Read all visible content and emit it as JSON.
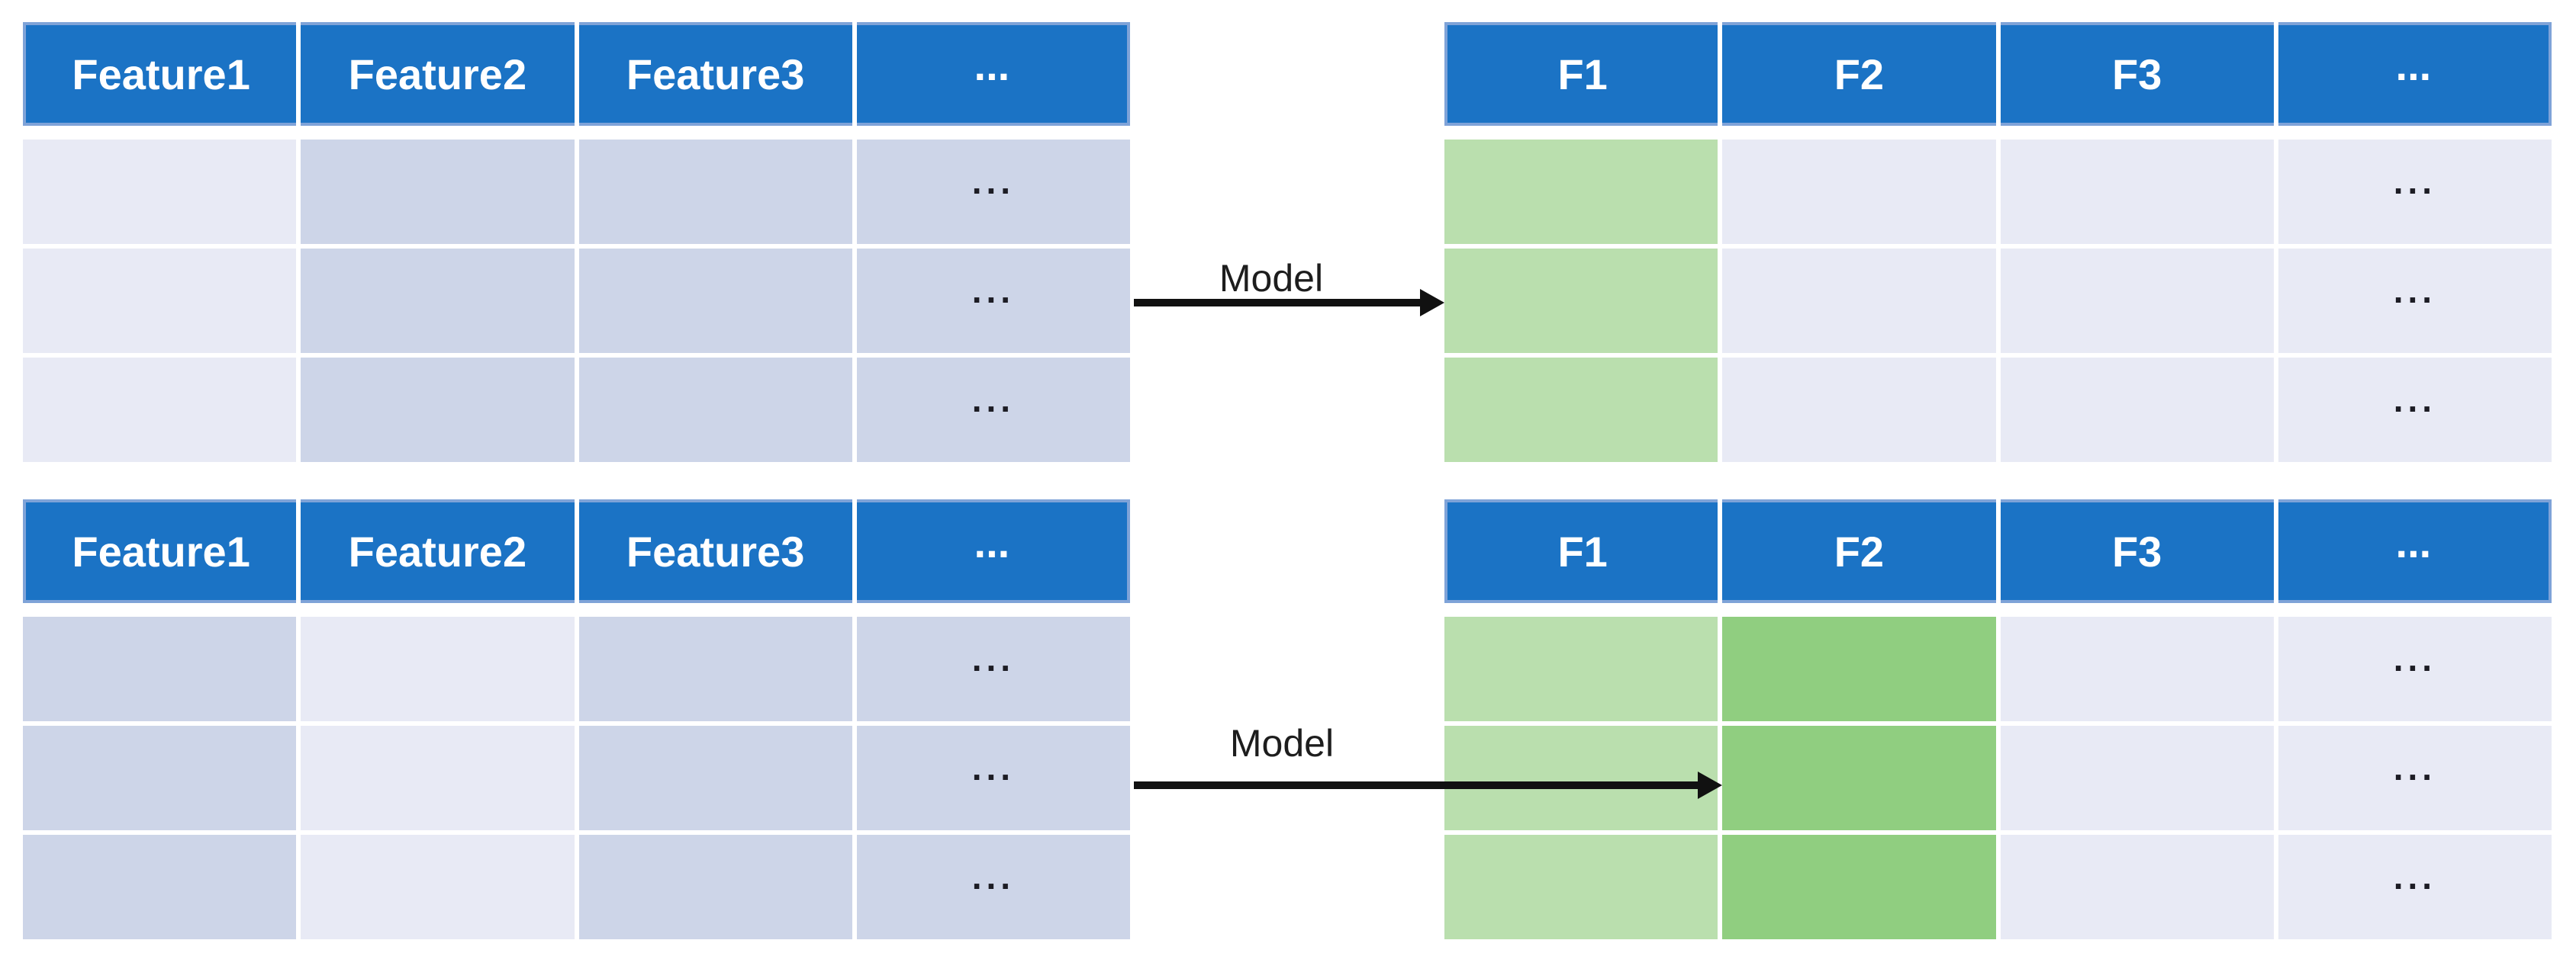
{
  "colors": {
    "header_blue": "#1B73C5",
    "header_border": "#7FA3D8",
    "row_light": "#E8EAF5",
    "row_shaded": "#CDD5E8",
    "green_light": "#BADFAE",
    "green_dark": "#90CE80",
    "arrow_black": "#111111",
    "dots_text": "#1C1C24"
  },
  "tables": [
    {
      "id": "input-table-step-1",
      "headers": [
        "Feature1",
        "Feature2",
        "Feature3",
        "..."
      ],
      "column_fills": [
        "row_light",
        "row_shaded",
        "row_shaded",
        "row_shaded"
      ],
      "ellipsis": "..."
    },
    {
      "id": "prediction-table-step-1",
      "headers": [
        "F1",
        "F2",
        "F3",
        "..."
      ],
      "column_fills": [
        "green_light",
        "row_light",
        "row_light",
        "row_light"
      ],
      "ellipsis": "..."
    },
    {
      "id": "input-table-step-2",
      "headers": [
        "Feature1",
        "Feature2",
        "Feature3",
        "..."
      ],
      "column_fills": [
        "row_shaded",
        "row_light",
        "row_shaded",
        "row_shaded"
      ],
      "ellipsis": "..."
    },
    {
      "id": "prediction-table-step-2",
      "headers": [
        "F1",
        "F2",
        "F3",
        "..."
      ],
      "column_fills": [
        "green_light",
        "green_dark",
        "row_light",
        "row_light"
      ],
      "ellipsis": "..."
    }
  ],
  "arrows": [
    {
      "label": "Model"
    },
    {
      "label": "Model"
    }
  ]
}
